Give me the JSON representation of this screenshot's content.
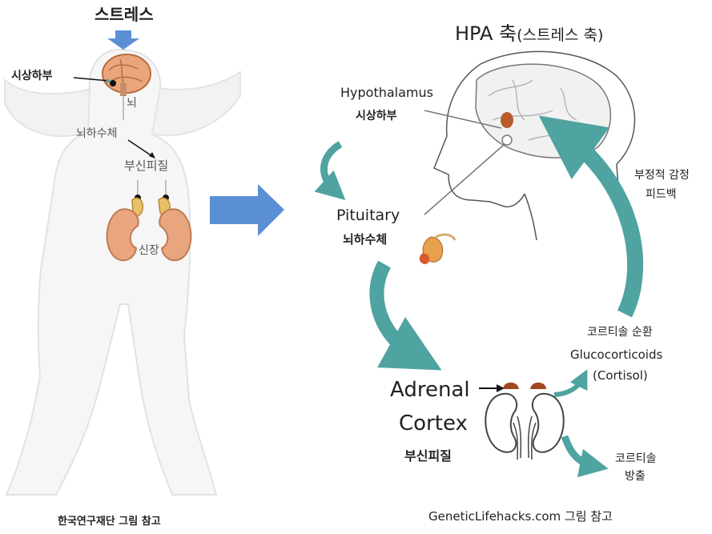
{
  "left": {
    "stress_title": "스트레스",
    "hypothalamus": "시상하부",
    "brain": "뇌",
    "pituitary": "뇌하수체",
    "adrenal_cortex": "부신피질",
    "kidney": "신장",
    "credit": "한국연구재단 그림 참고"
  },
  "right": {
    "title": "HPA  축",
    "title_sub": "(스트레스 축)",
    "hypothalamus_en": "Hypothalamus",
    "hypothalamus_ko": "시상하부",
    "pituitary_en": "Pituitary",
    "pituitary_ko": "뇌하수체",
    "adrenal_en_1": "Adrenal",
    "adrenal_en_2": "Cortex",
    "adrenal_ko": "부신피질",
    "feedback_1": "부정적 감정",
    "feedback_2": "피드백",
    "circulation_ko": "코르티솔 순환",
    "gluco": "Glucocorticoids",
    "cortisol": "(Cortisol)",
    "release_1": "코르티솔",
    "release_2": "방출",
    "credit": "GeneticLifehacks.com 그림 참고"
  },
  "colors": {
    "arrow_blue": "#5b8fd4",
    "teal": "#4fa3a0",
    "organ": "#e2a07a",
    "organ_dark": "#b85a2a"
  }
}
